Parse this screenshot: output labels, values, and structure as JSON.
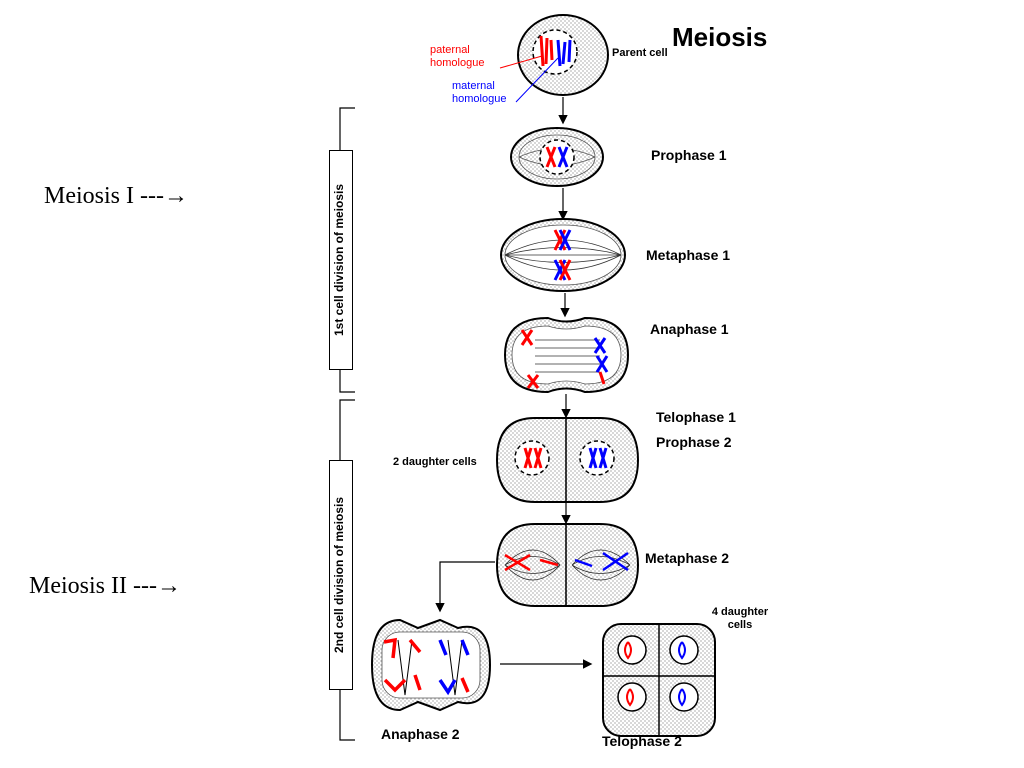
{
  "title": "Meiosis",
  "side_labels": {
    "meiosis1": "Meiosis I ---",
    "meiosis2": "Meiosis II ---",
    "arrow_glyph": "→"
  },
  "brackets": {
    "first": "1st cell division of meiosis",
    "second": "2nd cell division of meiosis"
  },
  "parent": {
    "label": "Parent cell",
    "paternal": "paternal homologue",
    "maternal": "maternal homologue"
  },
  "stages": {
    "prophase1": "Prophase 1",
    "metaphase1": "Metaphase 1",
    "anaphase1": "Anaphase 1",
    "telophase1": "Telophase 1",
    "prophase2": "Prophase 2",
    "daughter2": "2 daughter cells",
    "metaphase2": "Metaphase 2",
    "daughter4": "4 daughter cells",
    "anaphase2": "Anaphase 2",
    "telophase2": "Telophase 2"
  },
  "colors": {
    "paternal": "#ff0000",
    "maternal": "#0000ff",
    "outline": "#000000",
    "cytoplasm": "#e8e8e8"
  }
}
